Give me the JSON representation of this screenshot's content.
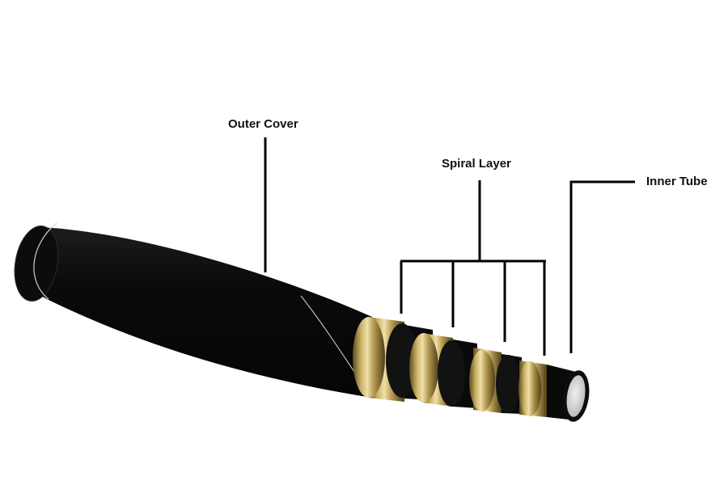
{
  "labels": {
    "outer_cover": "Outer Cover",
    "spiral_layer": "Spiral Layer",
    "inner_tube": "Inner Tube"
  },
  "colors": {
    "cover": "#0b0b0b",
    "brass_light": "#e3cf8e",
    "brass_mid": "#b39a55",
    "brass_dark": "#6a5624",
    "inner_face": "#d7d7d7",
    "leader": "#000000"
  }
}
